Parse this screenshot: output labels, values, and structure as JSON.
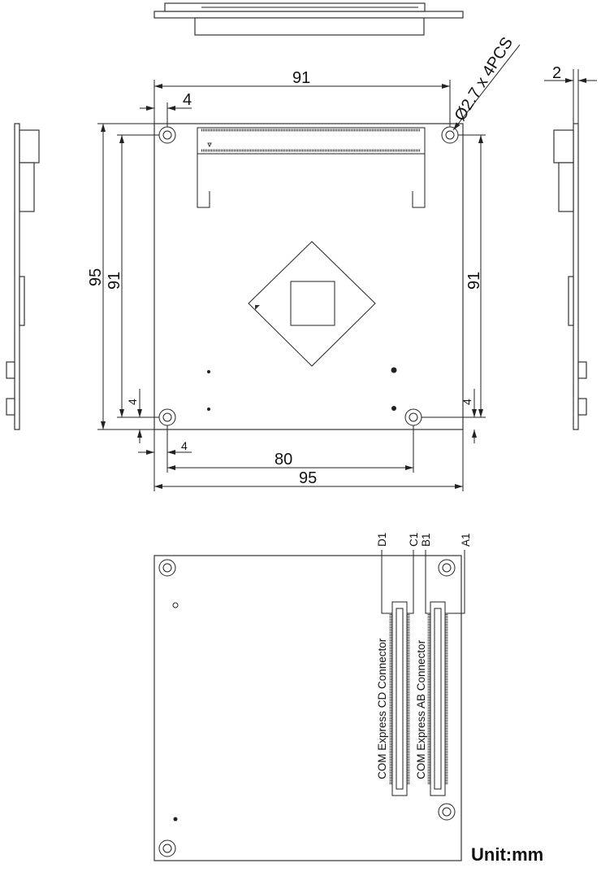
{
  "dimensions": {
    "top_width": "91",
    "top_offset": "4",
    "hole_spec": "Ø2.7 x 4PCS",
    "thickness": "2",
    "left_height_outer": "95",
    "left_height_inner": "91",
    "right_height": "91",
    "bottom_left_offset": "4",
    "bottom_right_offset": "4",
    "bottom_offset": "4",
    "bottom_hole_span": "80",
    "bottom_width": "95"
  },
  "bottom_view": {
    "pins": [
      "D1",
      "C1",
      "B1",
      "A1"
    ],
    "cd_connector": "COM Express CD Connector",
    "ab_connector": "COM Express AB Connector"
  },
  "unit": "Unit:mm"
}
